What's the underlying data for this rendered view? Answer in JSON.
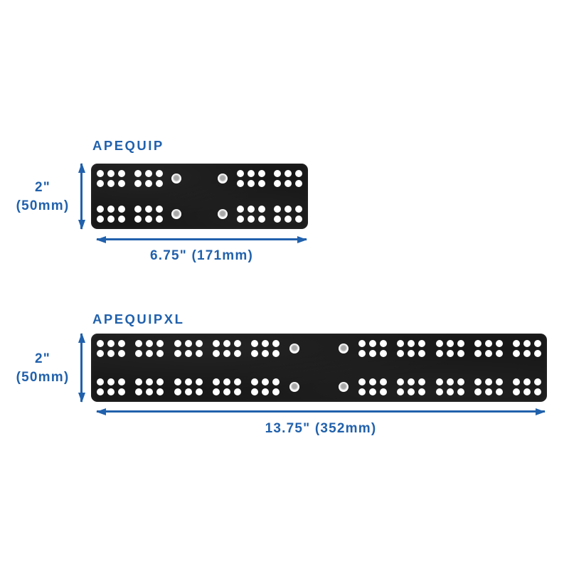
{
  "colors": {
    "accent": "#2161ac",
    "plate": "#181818",
    "hole": "#ffffff",
    "background": "#ffffff"
  },
  "plates": [
    {
      "name": "APEQUIP",
      "width_dim_label": "6.75\" (171mm)",
      "height_dim_label_line1": "2\"",
      "height_dim_label_line2": "(50mm)",
      "hole_clusters_per_side": 2,
      "small_holes_per_cluster": 6,
      "large_holes_per_row": 2
    },
    {
      "name": "APEQUIPXL",
      "width_dim_label": "13.75\" (352mm)",
      "height_dim_label_line1": "2\"",
      "height_dim_label_line2": "(50mm)",
      "hole_clusters_per_side": 5,
      "small_holes_per_cluster": 6,
      "large_holes_per_row": 2
    }
  ]
}
